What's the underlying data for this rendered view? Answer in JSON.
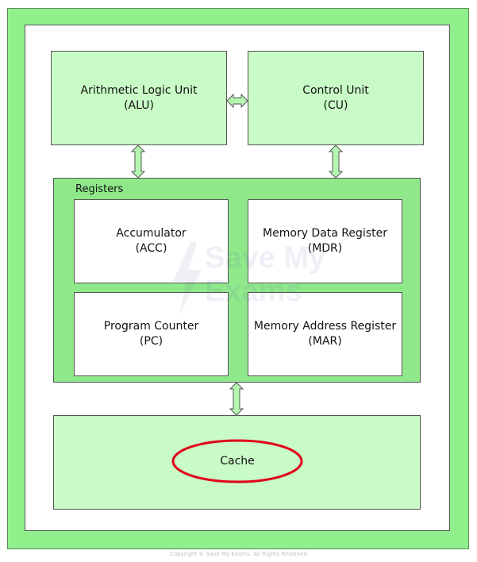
{
  "alu": {
    "name": "Arithmetic Logic Unit",
    "abbr": "(ALU)"
  },
  "cu": {
    "name": "Control Unit",
    "abbr": "(CU)"
  },
  "registers": {
    "title": "Registers",
    "acc": {
      "name": "Accumulator",
      "abbr": "(ACC)"
    },
    "mdr": {
      "name": "Memory Data Register",
      "abbr": "(MDR)"
    },
    "pc": {
      "name": "Program Counter",
      "abbr": "(PC)"
    },
    "mar": {
      "name": "Memory Address Register",
      "abbr": "(MAR)"
    }
  },
  "cache": {
    "label": "Cache",
    "highlight_color": "#e0001a"
  },
  "watermark": {
    "line1": "Save My",
    "line2": "Exams"
  },
  "copyright": "Copyright © Save My Exams. All Rights Reserved",
  "colors": {
    "frame_green": "#90f08c",
    "unit_fill": "#c9fbc6",
    "arrow_fill": "#b5f7b0"
  }
}
